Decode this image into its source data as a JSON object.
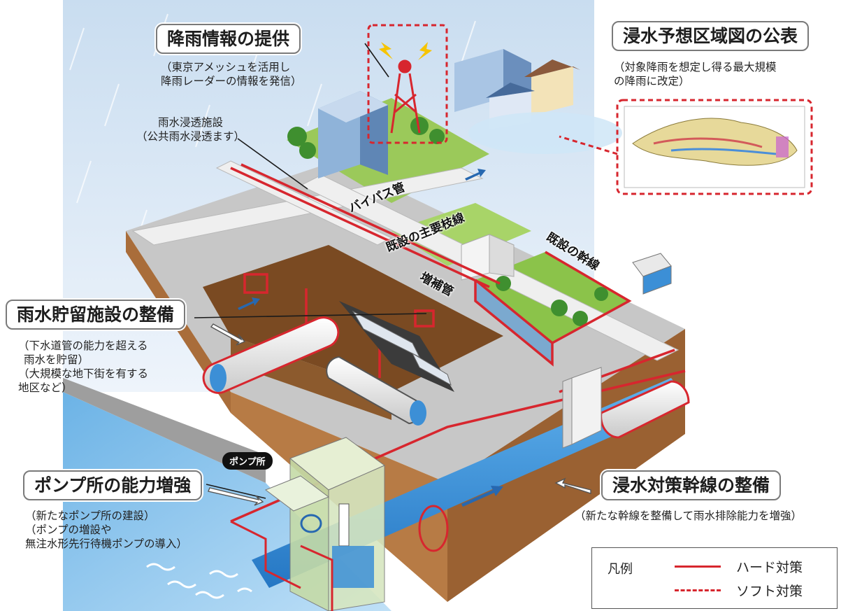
{
  "callouts": {
    "rain_info": "降雨情報の提供",
    "flood_map": "浸水予想区域図の公表",
    "storage": "雨水貯留施設の整備",
    "pump": "ポンプ所の能力増強",
    "trunk": "浸水対策幹線の整備"
  },
  "notes": {
    "rain_info": [
      "（東京アメッシュを活用し",
      "降雨レーダーの情報を発信）"
    ],
    "flood_map": [
      "（対象降雨を想定し得る最大規模",
      "の降雨に改定）"
    ],
    "infiltration": [
      "雨水浸透施設",
      "（公共雨水浸透ます）"
    ],
    "storage": [
      "（下水道管の能力を超える",
      "雨水を貯留）",
      "（大規模な地下街を有する",
      "地区など）"
    ],
    "pump": [
      "（新たなポンプ所の建設）",
      "（ポンプの増設や",
      "無注水形先行待機ポンプの導入）"
    ],
    "trunk": "（新たな幹線を整備して雨水排除能力を増強）"
  },
  "labels": {
    "bypass": "バイパス管",
    "existing_branch": "既設の主要枝線",
    "existing_trunk": "既設の幹線",
    "reinforcement": "増補管",
    "pump_station": "ポンプ所"
  },
  "legend": {
    "title": "凡例",
    "hard": "ハード対策",
    "soft": "ソフト対策"
  },
  "colors": {
    "hard_line": "#d7262e",
    "rain": "#cfe0f0",
    "soil": "#b77b45",
    "ground": "#bdbdbd",
    "grass": "#8bc34a",
    "water": "#3c8fd6"
  },
  "icons": [
    "radar-tower-icon",
    "house-icon",
    "building-icon",
    "tree-icon",
    "pipe-icon",
    "flow-arrow-icon",
    "flood-map-thumbnail"
  ]
}
